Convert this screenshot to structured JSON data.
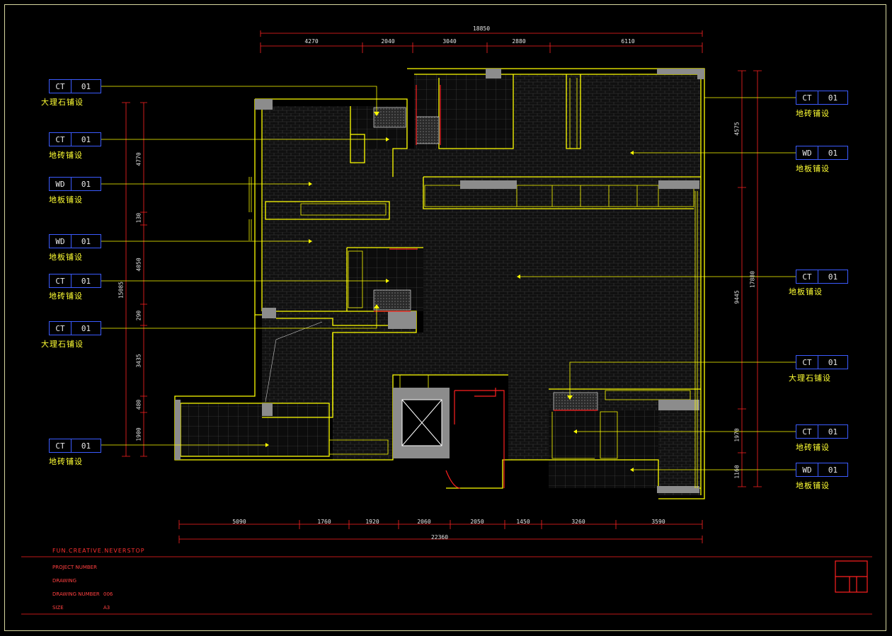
{
  "callouts": [
    {
      "code": "CT",
      "num": "01",
      "label": "大理石铺设"
    },
    {
      "code": "CT",
      "num": "01",
      "label": "地砖铺设"
    },
    {
      "code": "WD",
      "num": "01",
      "label": "地板铺设"
    },
    {
      "code": "WD",
      "num": "01",
      "label": "地板铺设"
    },
    {
      "code": "CT",
      "num": "01",
      "label": "地砖铺设"
    },
    {
      "code": "CT",
      "num": "01",
      "label": "大理石铺设"
    },
    {
      "code": "CT",
      "num": "01",
      "label": "地砖铺设"
    },
    {
      "code": "CT",
      "num": "01",
      "label": "地砖铺设"
    },
    {
      "code": "WD",
      "num": "01",
      "label": "地板铺设"
    },
    {
      "code": "CT",
      "num": "01",
      "label": "地板铺设"
    },
    {
      "code": "CT",
      "num": "01",
      "label": "大理石铺设"
    },
    {
      "code": "CT",
      "num": "01",
      "label": "地砖铺设"
    },
    {
      "code": "WD",
      "num": "01",
      "label": "地板铺设"
    }
  ],
  "dimensions": {
    "top_total": "18850",
    "top": [
      "4270",
      "2040",
      "3040",
      "2880",
      "6110"
    ],
    "bottom": [
      "5090",
      "1760",
      "1920",
      "2060",
      "2050",
      "1450",
      "3260",
      "3590"
    ],
    "bottom_total": "22360",
    "left_total": "15085",
    "left": [
      "4770",
      "130",
      "4050",
      "290",
      "3435",
      "480",
      "1900"
    ],
    "right_total": "17880",
    "right": [
      "4575",
      "9445",
      "1970",
      "1160"
    ]
  },
  "title_block": {
    "brand": "FUN.CREATIVE.NEVERSTOP",
    "rows": [
      {
        "label": "PROJECT NUMBER",
        "value": ""
      },
      {
        "label": "DRAWING",
        "value": ""
      },
      {
        "label": "DRAWING NUMBER",
        "value": "006"
      },
      {
        "label": "SIZE",
        "value": "A3"
      }
    ]
  }
}
